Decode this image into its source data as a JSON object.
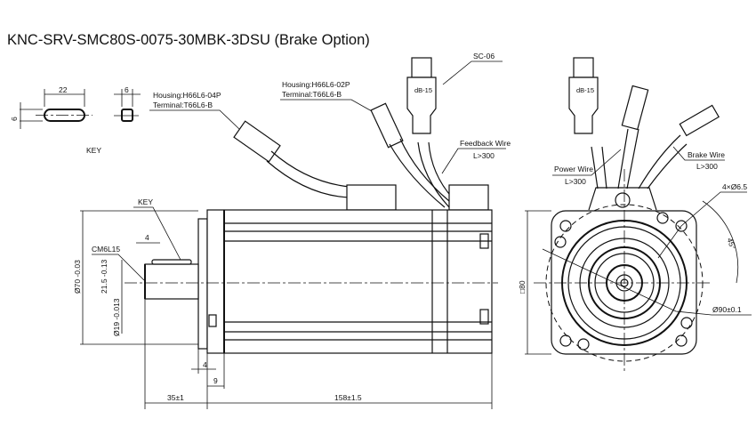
{
  "title": "KNC-SRV-SMC80S-0075-30MBK-3DSU (Brake Option)",
  "key_detail": {
    "length": "22",
    "width": "6",
    "height": "6",
    "label": "KEY"
  },
  "power_connector": {
    "housing": "Housing:H66L6-04P",
    "terminal": "Terminal:T66L6-B"
  },
  "brake_connector": {
    "housing": "Housing:H66L6-02P",
    "terminal": "Terminal:T66L6-B"
  },
  "encoder_connector": {
    "label": "SC-06",
    "marking": "dB-15"
  },
  "wires": {
    "feedback": {
      "name": "Feedback Wire",
      "length": "L>300"
    },
    "power": {
      "name": "Power Wire",
      "length": "L>300"
    },
    "brake": {
      "name": "Brake Wire",
      "length": "L>300"
    }
  },
  "side_view": {
    "key_label": "KEY",
    "thread": "CM6L15",
    "key_width": "4",
    "key_height": "21.5 -0.13",
    "shaft_dia": "Ø19 -0.013",
    "spigot_dia": "Ø70 -0.03",
    "flange_thk": "4",
    "spigot_len": "9",
    "shaft_len": "35±1",
    "body_len": "158±1.5"
  },
  "end_view": {
    "holes": "4×Ø6.5",
    "square": "□80",
    "pcd": "Ø90±0.1",
    "angle": "45°"
  }
}
